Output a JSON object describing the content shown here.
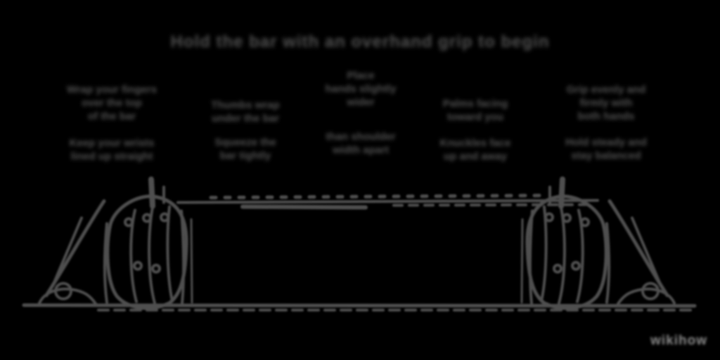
{
  "title": "Hold the bar with an overhand grip to begin",
  "labels": [
    {
      "upper": [
        "Wrap your fingers",
        "over the top",
        "of the bar"
      ],
      "lower": [
        "Keep your wrists",
        "lined up straight"
      ]
    },
    {
      "upper": [
        "Thumbs wrap",
        "under the bar"
      ],
      "lower": [
        "Squeeze the",
        "bar tightly"
      ]
    },
    {
      "upper": [
        "Place",
        "hands slightly",
        "wider"
      ],
      "lower": [
        "than shoulder",
        "width apart"
      ]
    },
    {
      "upper": [
        "Palms facing",
        "toward you"
      ],
      "lower": [
        "Knuckles face",
        "up and away"
      ]
    },
    {
      "upper": [
        "Grip evenly and",
        "firmly with",
        "both hands"
      ],
      "lower": [
        "Hold steady and",
        "stay balanced"
      ]
    }
  ],
  "illustration": {
    "caption": "Two fists gripping a long horizontal bar above the ground"
  },
  "watermark": "wikihow",
  "colors": {
    "background": "#000000",
    "text_gray": "#515151",
    "line_gray": "#4f4f4f",
    "watermark_gray": "#8d8d8d"
  }
}
